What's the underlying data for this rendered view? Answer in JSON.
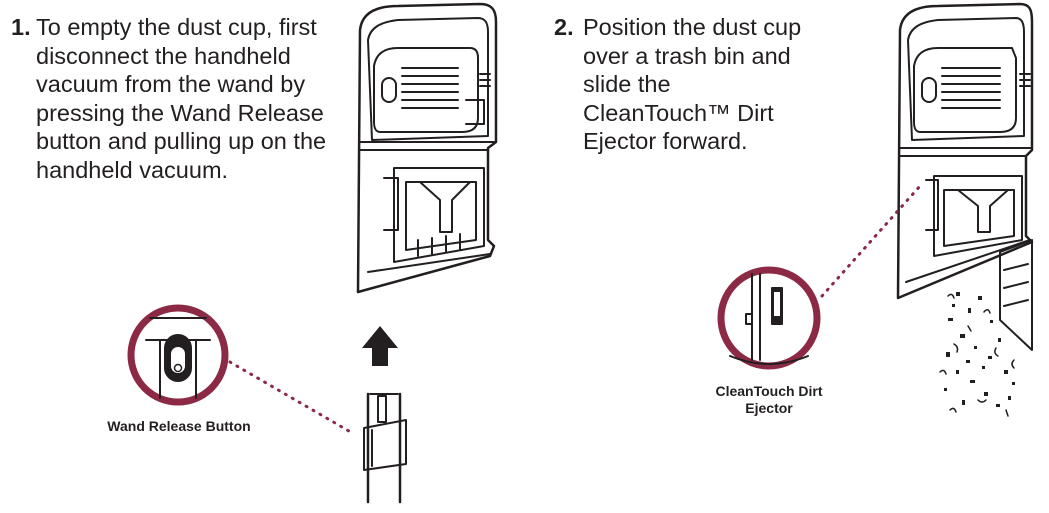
{
  "step1": {
    "number": "1.",
    "text": "To empty the dust cup, first disconnect the handheld vacuum from the wand by pressing the Wand Release button and pulling up on the handheld vacuum."
  },
  "step2": {
    "number": "2.",
    "text": "Position the dust cup over a trash bin and slide the CleanTouch™ Dirt Ejector forward."
  },
  "callouts": {
    "wand_release": "Wand Release Button",
    "clean_touch": "CleanTouch Dirt Ejector"
  },
  "colors": {
    "accent": "#8c2a45",
    "ink": "#231f20"
  },
  "icons": [
    "up-arrow-icon"
  ]
}
